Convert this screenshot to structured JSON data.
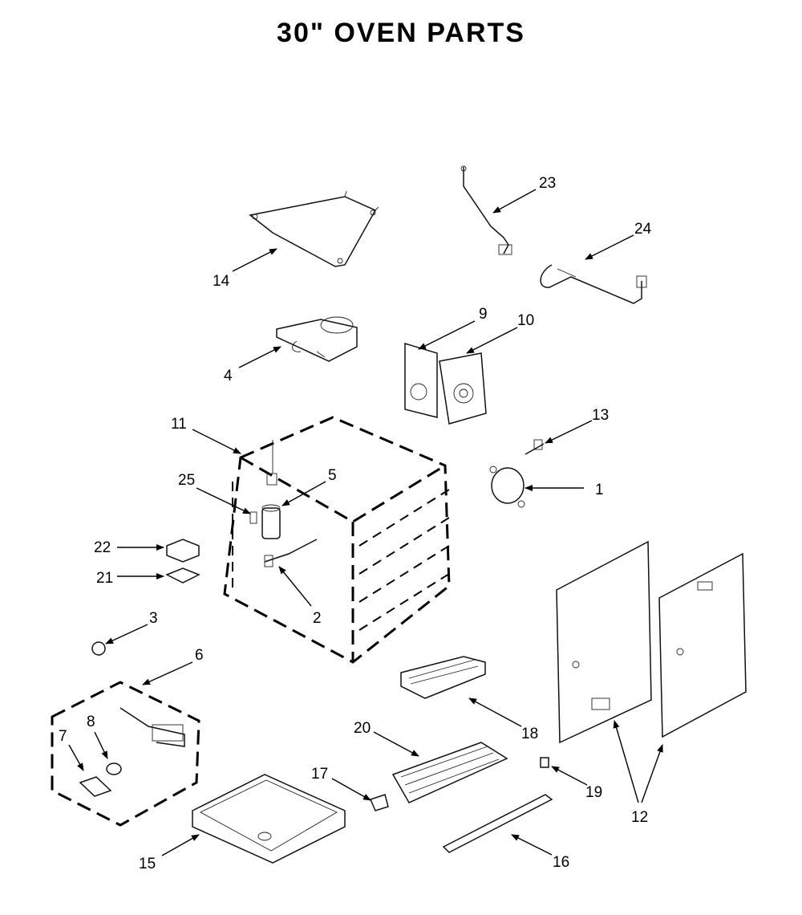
{
  "title": "30\" OVEN PARTS",
  "callouts": [
    "1",
    "2",
    "3",
    "4",
    "5",
    "6",
    "7",
    "8",
    "9",
    "10",
    "11",
    "12",
    "13",
    "14",
    "15",
    "16",
    "17",
    "18",
    "19",
    "20",
    "21",
    "22",
    "23",
    "24",
    "25"
  ]
}
